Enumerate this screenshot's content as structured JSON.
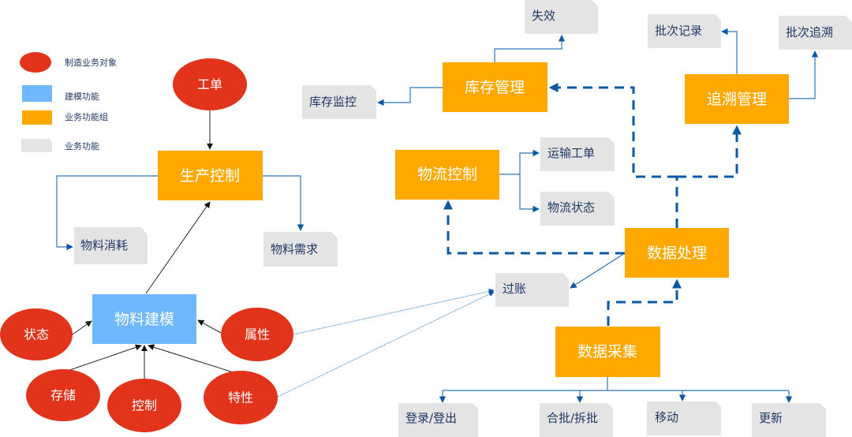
{
  "colors": {
    "object": "#e2341b",
    "modeling": "#6fb8ff",
    "group": "#ffa800",
    "function": "#e4e4e4",
    "function_text": "#1f3864",
    "link": "#0b58a6"
  },
  "legend": [
    {
      "shape": "ellipse",
      "kind": "object",
      "label": "制造业务对象"
    },
    {
      "shape": "rect",
      "kind": "modeling",
      "label": "建模功能"
    },
    {
      "shape": "rect",
      "kind": "group",
      "label": "业务功能组"
    },
    {
      "shape": "rect",
      "kind": "function",
      "label": "业务功能"
    }
  ],
  "objects": {
    "work_order": "工单",
    "status": "状态",
    "storage": "存储",
    "control": "控制",
    "attribute": "属性",
    "characteristic": "特性"
  },
  "modeling": {
    "material_modeling": "物料建模"
  },
  "groups": {
    "production_control": "生产控制",
    "inventory_management": "库存管理",
    "trace_management": "追溯管理",
    "logistics_control": "物流控制",
    "data_processing": "数据处理",
    "data_collection": "数据采集"
  },
  "functions": {
    "material_consumption": "物料消耗",
    "material_demand": "物料需求",
    "invalidation": "失效",
    "inventory_monitoring": "库存监控",
    "batch_record": "批次记录",
    "batch_trace": "批次追溯",
    "transport_order": "运输工单",
    "logistics_status": "物流状态",
    "posting": "过账",
    "login_logout": "登录/登出",
    "merge_split": "合批/拆批",
    "move": "移动",
    "update": "更新"
  }
}
